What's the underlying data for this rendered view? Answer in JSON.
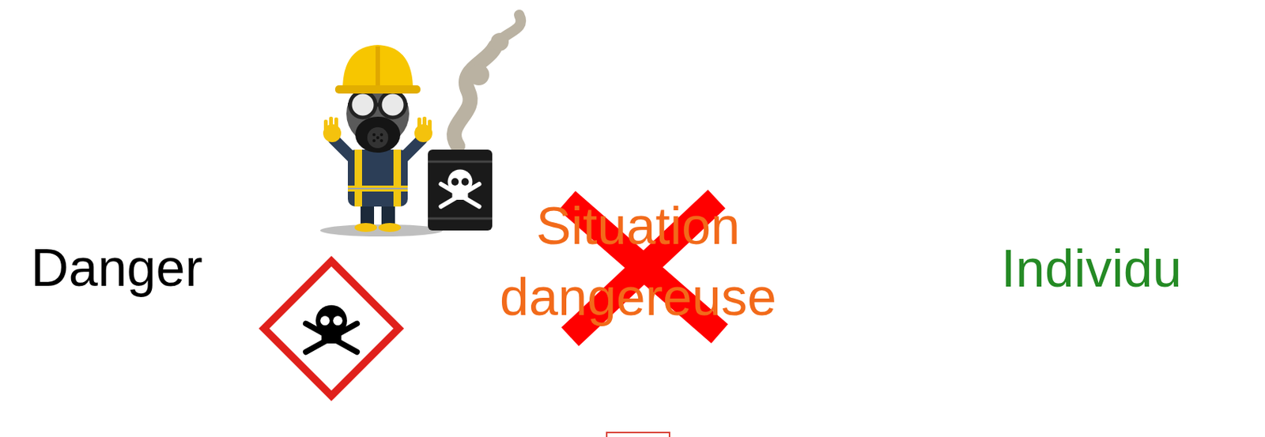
{
  "diagram": {
    "nodes": [
      {
        "text": [
          "Danger"
        ]
      },
      {
        "text": [
          "Individu"
        ]
      }
    ],
    "labels": [
      "Situation dangereuse"
    ]
  }
}
